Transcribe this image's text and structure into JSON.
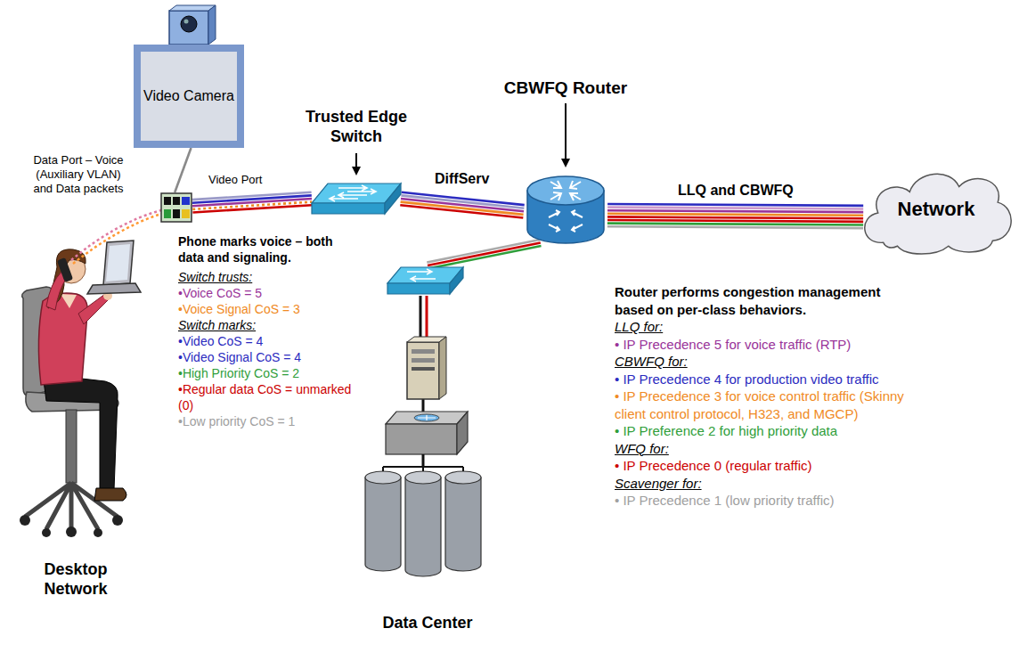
{
  "diagram": {
    "nodes": [
      {
        "text": [
          "Video Camera"
        ]
      },
      {
        "text": [
          "Data Port – Voice (Auxiliary VLAN) and Data packets",
          "Video Port"
        ]
      },
      {
        "text": [
          "Trusted Edge Switch"
        ]
      },
      {
        "text": [
          "CBWFQ Router"
        ]
      },
      {
        "text": [
          "Network"
        ]
      },
      {
        "text": [
          "Data Center"
        ]
      }
    ],
    "edges": [
      {
        "from": 0,
        "to": 1,
        "arrow": "none"
      },
      {
        "from": 1,
        "to": 2,
        "arrow": "none"
      },
      {
        "from": 2,
        "to": 3,
        "label": "DiffServ",
        "arrow": "none"
      },
      {
        "from": 3,
        "to": 4,
        "label": "LLQ and CBWFQ",
        "arrow": "none"
      },
      {
        "from": 3,
        "to": 5,
        "arrow": "none"
      }
    ],
    "labels": [
      "Phone marks voice – both data and signaling.",
      "Switch trusts:",
      "•Voice CoS = 5",
      "•Voice Signal CoS = 3",
      "Switch marks:",
      "•Video CoS = 4",
      "•Video Signal CoS = 4",
      "•High Priority CoS = 2",
      "•Regular data CoS = unmarked (0)",
      "•Low priority CoS = 1",
      "Router performs congestion management based on per-class behaviors.",
      "LLQ for:",
      "• IP Precedence 5 for voice traffic (RTP)",
      "CBWFQ for:",
      "• IP Precedence 4 for production video traffic",
      "• IP Precedence 3 for voice control traffic (Skinny client control protocol, H323, and MGCP)",
      "• IP Preference 2 for high priority data",
      "WFQ for:",
      "• IP Precedence 0 (regular traffic)",
      "Scavenger for:",
      "• IP Precedence 1 (low priority traffic)",
      "Desktop Network"
    ]
  }
}
